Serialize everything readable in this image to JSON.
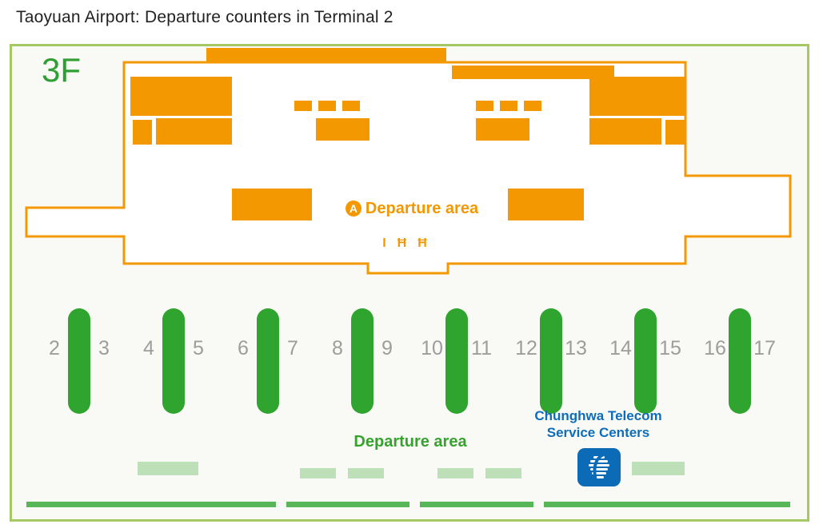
{
  "page": {
    "title": "Taoyuan Airport: Departure counters in Terminal 2"
  },
  "map": {
    "floor_label": "3F",
    "upper": {
      "area_marker": "A",
      "departure_area_label": "Departure area",
      "facility_glyphs": [
        "I",
        "Ħ",
        "Ħ"
      ]
    },
    "lower": {
      "departure_area_label": "Departure area",
      "counter_numbers": [
        "2",
        "3",
        "4",
        "5",
        "6",
        "7",
        "8",
        "9",
        "10",
        "11",
        "12",
        "13",
        "14",
        "15",
        "16",
        "17"
      ],
      "chunghwa_telecom": {
        "line1": "Chunghwa Telecom",
        "line2": "Service Centers"
      }
    },
    "colors": {
      "orange": "#F39800",
      "counter_green": "#2FA52F",
      "border_green": "#A6C966",
      "pale_green": "#BDE0B8",
      "wall_green": "#57B657",
      "blue": "#0D6DB8",
      "number_gray": "#9D9D9D"
    }
  }
}
